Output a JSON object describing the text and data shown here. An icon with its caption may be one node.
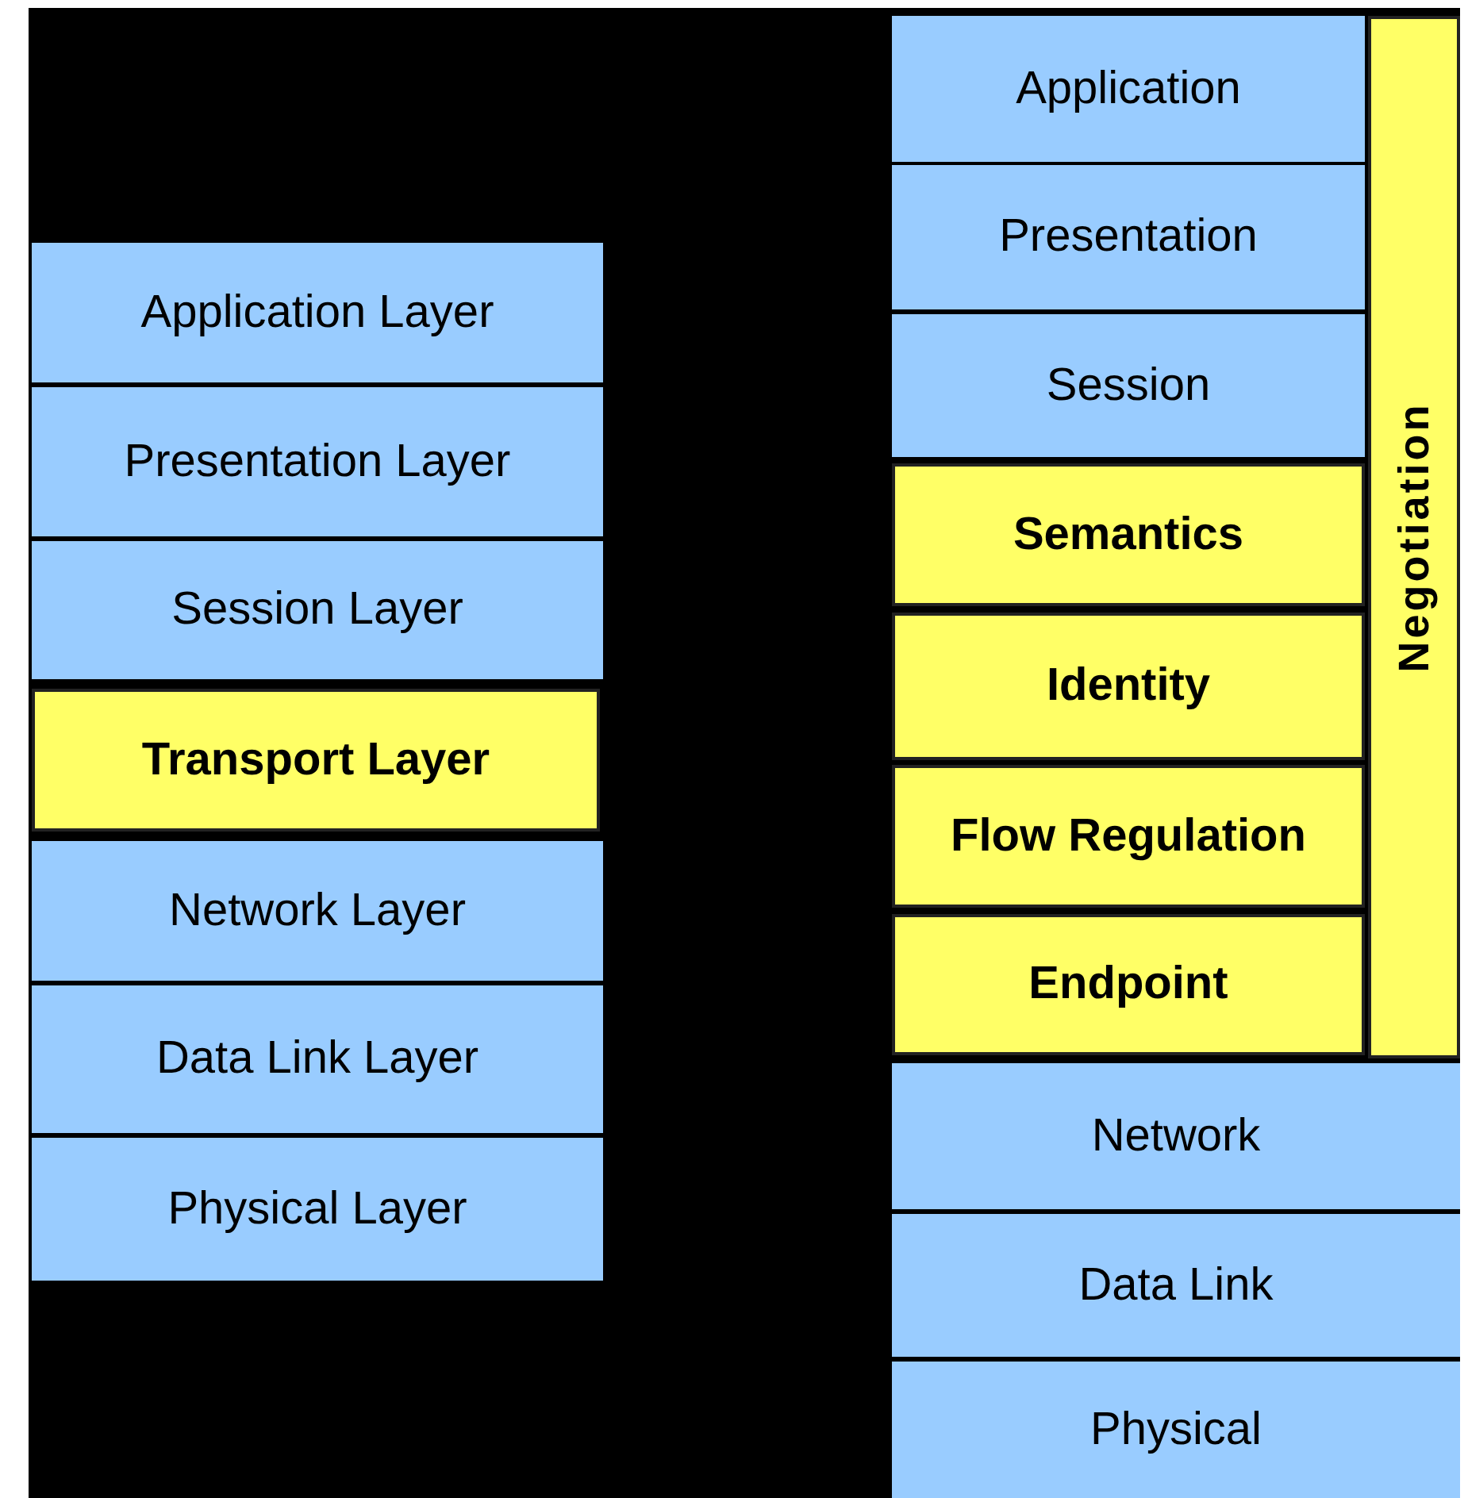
{
  "diagram": {
    "nodes": [
      {
        "text": [
          "Application Layer"
        ]
      },
      {
        "text": [
          "Presentation Layer"
        ]
      },
      {
        "text": [
          "Session Layer"
        ]
      },
      {
        "text": [
          "Transport Layer"
        ]
      },
      {
        "text": [
          "Network Layer"
        ]
      },
      {
        "text": [
          "Data Link Layer"
        ]
      },
      {
        "text": [
          "Physical Layer"
        ]
      },
      {
        "text": [
          "Application"
        ]
      },
      {
        "text": [
          "Presentation"
        ]
      },
      {
        "text": [
          "Session"
        ]
      },
      {
        "text": [
          "Semantics"
        ]
      },
      {
        "text": [
          "Identity"
        ]
      },
      {
        "text": [
          "Flow Regulation"
        ]
      },
      {
        "text": [
          "Endpoint"
        ]
      },
      {
        "text": [
          "Negotiation"
        ]
      },
      {
        "text": [
          "Network"
        ]
      },
      {
        "text": [
          "Data Link"
        ]
      },
      {
        "text": [
          "Physical"
        ]
      }
    ]
  }
}
